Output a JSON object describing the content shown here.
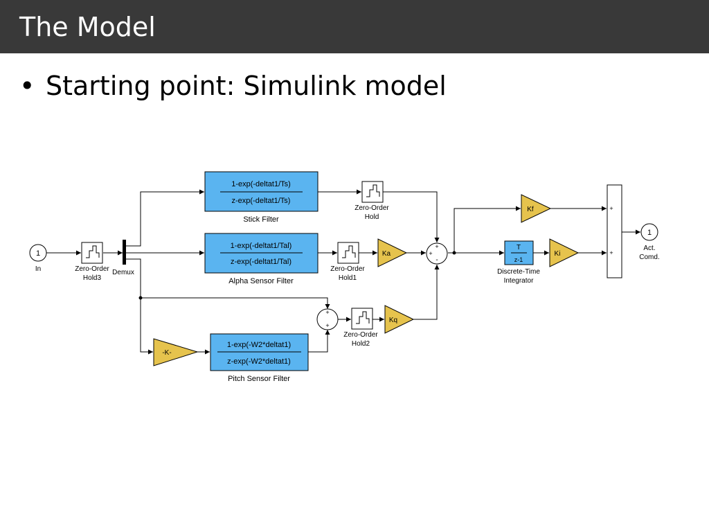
{
  "slide": {
    "title": "The Model",
    "bullet_symbol": "•",
    "bullet_text": "Starting point: Simulink model"
  },
  "colors": {
    "header_bg": "#393939",
    "filter_block": "#5ab4f0",
    "gain_block": "#e6c34d",
    "integrator_block": "#5ab4f0",
    "line": "#000000"
  },
  "diagram": {
    "inport": {
      "number": "1",
      "label": "In"
    },
    "zoh3": {
      "label1": "Zero-Order",
      "label2": "Hold3"
    },
    "demux": {
      "label": "Demux"
    },
    "stick_filter": {
      "num": "1-exp(-deltat1/Ts)",
      "den": "z-exp(-deltat1/Ts)",
      "label": "Stick Filter"
    },
    "zoh_top": {
      "label1": "Zero-Order",
      "label2": "Hold"
    },
    "alpha_filter": {
      "num": "1-exp(-deltat1/Tal)",
      "den": "z-exp(-deltat1/Tal)",
      "label": "Alpha Sensor Filter"
    },
    "zoh1": {
      "label1": "Zero-Order",
      "label2": "Hold1"
    },
    "gain_ka": {
      "label": "Ka"
    },
    "sum_main": {
      "sign_top": "+",
      "sign_left": "+",
      "sign_bottom": "-"
    },
    "gain_kf": {
      "label": "Kf"
    },
    "integrator": {
      "num": "T",
      "den": "z-1",
      "label1": "Discrete-Time",
      "label2": "Integrator"
    },
    "gain_ki": {
      "label": "Ki"
    },
    "sum_out": {
      "sign_top": "+",
      "sign_bottom": "+"
    },
    "outport": {
      "number": "1",
      "label1": "Act.",
      "label2": "Comd."
    },
    "sum_pitch": {
      "sign_top": "+",
      "sign_bottom": "+"
    },
    "zoh2": {
      "label1": "Zero-Order",
      "label2": "Hold2"
    },
    "gain_kq": {
      "label": "Kq"
    },
    "gain_k": {
      "label": "-K-"
    },
    "pitch_filter": {
      "num": "1-exp(-W2*deltat1)",
      "den": "z-exp(-W2*deltat1)",
      "label": "Pitch Sensor Filter"
    }
  }
}
